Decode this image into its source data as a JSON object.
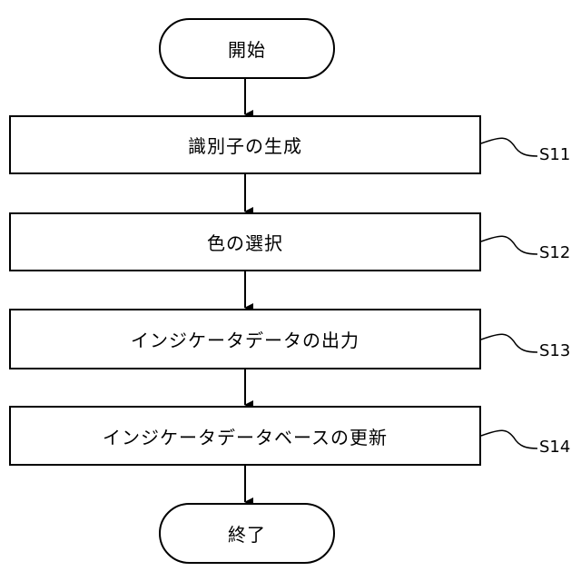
{
  "flowchart": {
    "start": "開始",
    "end": "終了",
    "steps": [
      {
        "text": "識別子の生成",
        "label": "S11"
      },
      {
        "text": "色の選択",
        "label": "S12"
      },
      {
        "text": "インジケータデータの出力",
        "label": "S13"
      },
      {
        "text": "インジケータデータベースの更新",
        "label": "S14"
      }
    ]
  }
}
